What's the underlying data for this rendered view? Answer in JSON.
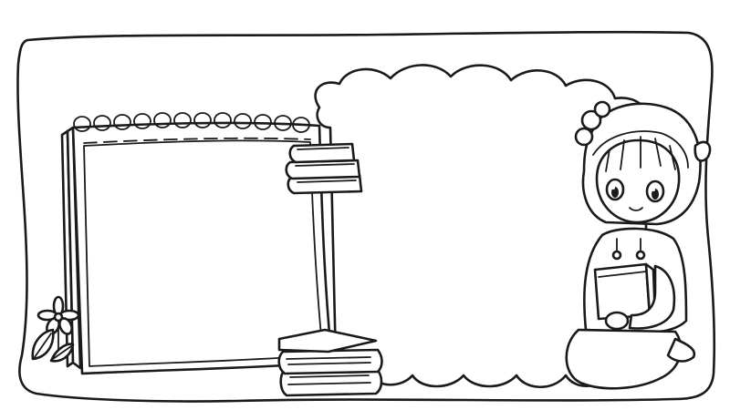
{
  "image": {
    "style": "black-and-white line-art coloring page",
    "background_color": "#ffffff",
    "line_color": "#1a1a1a"
  },
  "icons": [
    "outer-frame-border",
    "spiral-notebook",
    "notebook-ring-binding",
    "cloud-thought-bubble",
    "book-stack-top",
    "book-stack-bottom",
    "kneeling-girl-holding-book",
    "flower-left",
    "leaf-left"
  ]
}
